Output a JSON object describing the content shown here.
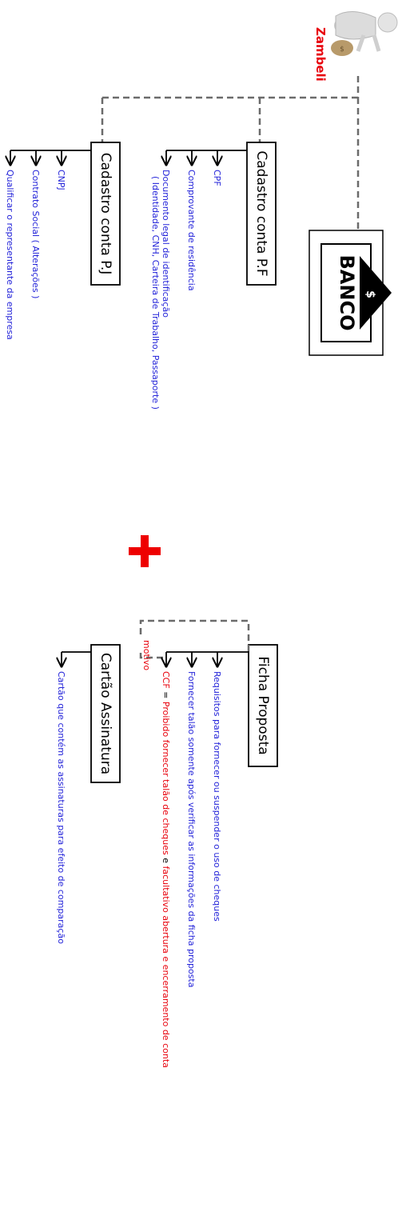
{
  "colors": {
    "blue": "#2323d9",
    "red": "#e8000b",
    "black": "#000000",
    "dash": "#6b6b6b",
    "plus": "#ee0000"
  },
  "top": {
    "author": "Zambeli",
    "bank_label": "BANCO",
    "bank_symbol": "$"
  },
  "pf": {
    "title": "Cadastro conta P.F",
    "items": [
      "CPF",
      "Comprovante de residência",
      "Documento legal de identificação",
      "( Identidade, CNH, Carteira de Trabalho, Passaporte )"
    ]
  },
  "pj": {
    "title": "Cadastro conta P.J",
    "items": [
      "CNPJ",
      "Contrato Social ( Alterações )",
      "Qualificar o representante da empresa"
    ]
  },
  "ficha": {
    "title": "Ficha Proposta",
    "items": [
      "Requisitos para fornecer ou suspender o uso de cheques",
      "Fornecer talão  somente após verificar as informações da ficha proposta"
    ],
    "ccf": {
      "term": "CCF",
      "equals": " = ",
      "part1": "Proibido fornecer talão de cheques",
      "connector": " e ",
      "part2": "facultativo abertura e encerramento de conta"
    },
    "motivo": "motivo"
  },
  "cartao": {
    "title": "Cartão Assinatura",
    "items": [
      "Cartão que contém as assinaturas para efeito de  comparação"
    ]
  }
}
